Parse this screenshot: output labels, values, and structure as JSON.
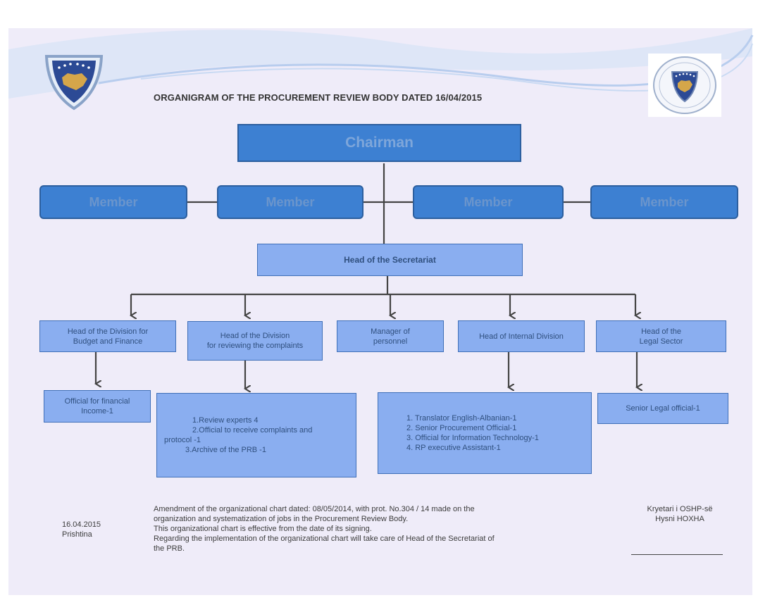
{
  "title": "ORGANIGRAM  OF THE PROCUREMENT REVIEW  BODY DATED 16/04/2015",
  "chairman": "Chairman",
  "members": [
    "Member",
    "Member",
    "Member",
    "Member"
  ],
  "head_secretariat": "Head of the Secretariat",
  "divisions": [
    [
      "Head  of the  Division for",
      "Budget and Finance"
    ],
    [
      "Head of the Division",
      "for reviewing the complaints"
    ],
    [
      "Manager of",
      "personnel"
    ],
    [
      "Head of Internal Division"
    ],
    [
      "Head of the",
      "Legal Sector"
    ]
  ],
  "sub_units": {
    "financial": [
      "Official for financial",
      "Income-1"
    ],
    "complaints": [
      "1.Review experts 4",
      "2.Official to receive complaints and",
      "protocol -1",
      "3.Archive of the PRB -1"
    ],
    "internal": [
      "1. Translator English-Albanian-1",
      "2. Senior Procurement Official-1",
      "3. Official for Information Technology-1",
      "4. RP executive Assistant-1"
    ],
    "legal": [
      "Senior Legal official-1"
    ]
  },
  "footer": {
    "date": "16.04.2015",
    "place": "Prishtina",
    "notes": [
      "Amendment of the organizational chart dated: 08/05/2014, with prot. No.304 / 14 made on the",
      "organization and systematization of jobs in the Procurement Review Body.",
      "This organizational chart is effective from the date of its signing.",
      "Regarding the implementation of the organizational chart will take care of Head of the Secretariat of",
      "the PRB."
    ],
    "signer_title": "Kryetari i OSHP-së",
    "signer_name": "Hysni HOXHA"
  },
  "colors": {
    "dark_box": "#3d80d2",
    "light_box": "#8aaef0",
    "background": "#efecf9",
    "connector": "#444444"
  }
}
